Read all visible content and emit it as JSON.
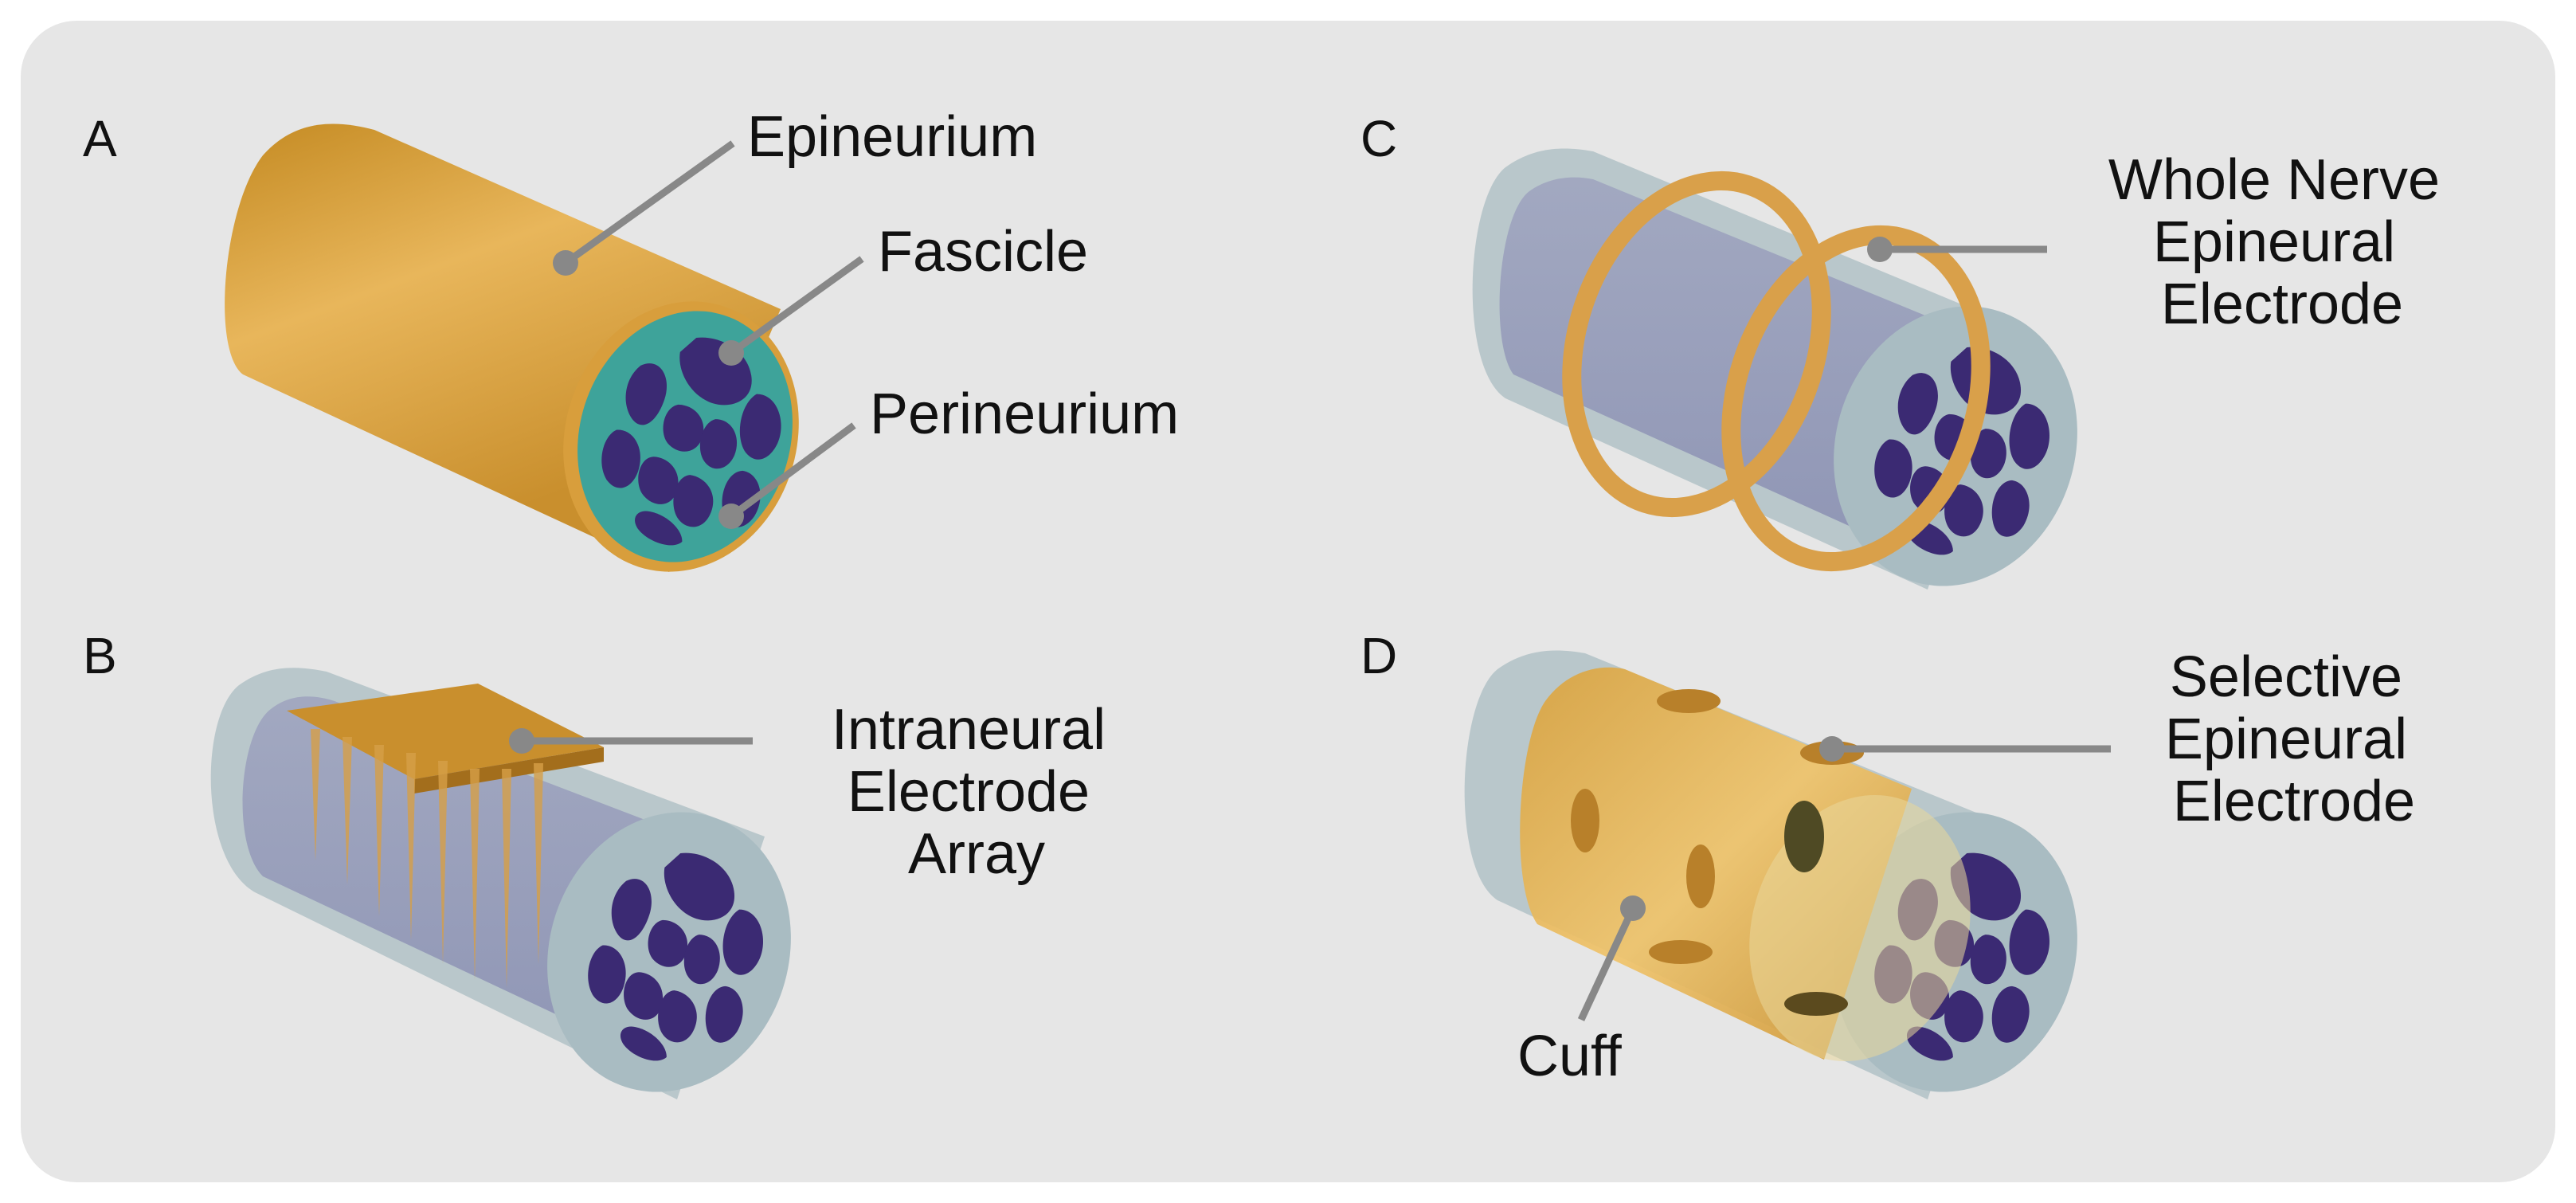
{
  "colors": {
    "background": "#e6e6e6",
    "epineurium": "#e2a94a",
    "perineurium": "#3ea39a",
    "fascicle": "#3b2a73",
    "leader_line": "#888888",
    "translucent_sheath": "#a9bcc2"
  },
  "panels": {
    "a": {
      "letter": "A",
      "labels": {
        "epineurium": "Epineurium",
        "fascicle": "Fascicle",
        "perineurium": "Perineurium"
      }
    },
    "b": {
      "letter": "B",
      "label_lines": [
        "Intraneural",
        "Electrode",
        "Array"
      ]
    },
    "c": {
      "letter": "C",
      "label_lines": [
        "Whole Nerve",
        "Epineural",
        "Electrode"
      ]
    },
    "d": {
      "letter": "D",
      "label_lines": [
        "Selective",
        "Epineural",
        "Electrode"
      ],
      "cuff_label": "Cuff"
    }
  }
}
